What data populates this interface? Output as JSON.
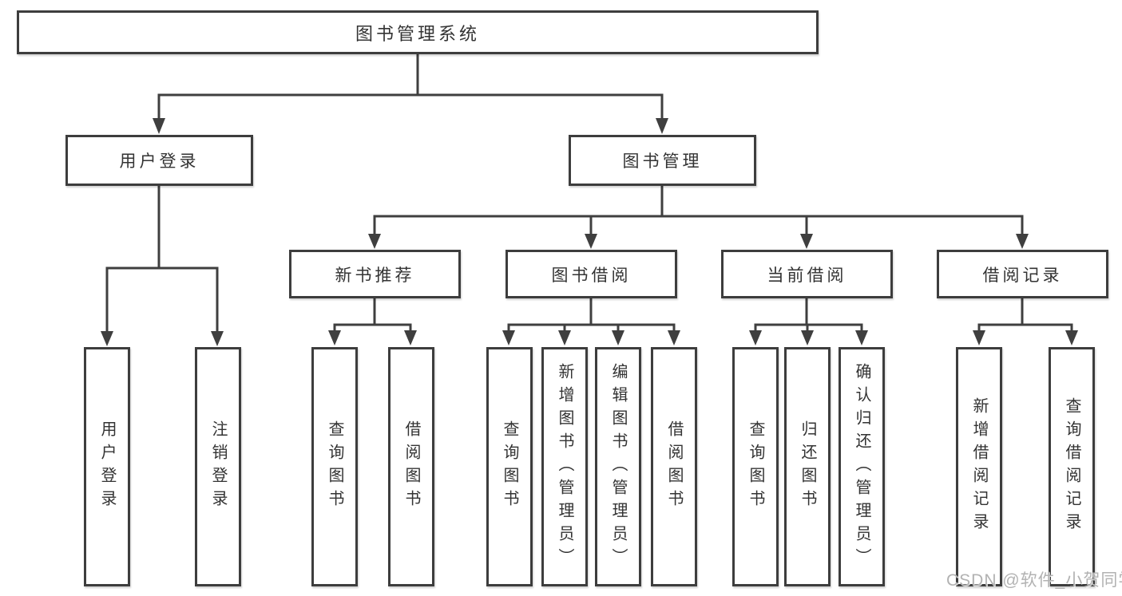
{
  "diagram": {
    "root": {
      "label": "图书管理系统"
    },
    "user_login_branch": {
      "label": "用户登录",
      "children": [
        "用户登录",
        "注销登录"
      ]
    },
    "book_mgmt_branch": {
      "label": "图书管理",
      "sections": [
        {
          "label": "新书推荐",
          "children": [
            "查询图书",
            "借阅图书"
          ]
        },
        {
          "label": "图书借阅",
          "children": [
            "查询图书",
            "新增图书（管理员）",
            "编辑图书（管理员）",
            "借阅图书"
          ]
        },
        {
          "label": "当前借阅",
          "children": [
            "查询图书",
            "归还图书",
            "确认归还（管理员）"
          ]
        },
        {
          "label": "借阅记录",
          "children": [
            "新增借阅记录",
            "查询借阅记录"
          ]
        }
      ]
    }
  },
  "watermark": "CSDN @软件_小贺同学",
  "colors": {
    "line": "#3f3f3f",
    "border": "#3d3d3d",
    "text": "#333333",
    "watermark": "#b2b2b2",
    "background": "#ffffff"
  }
}
